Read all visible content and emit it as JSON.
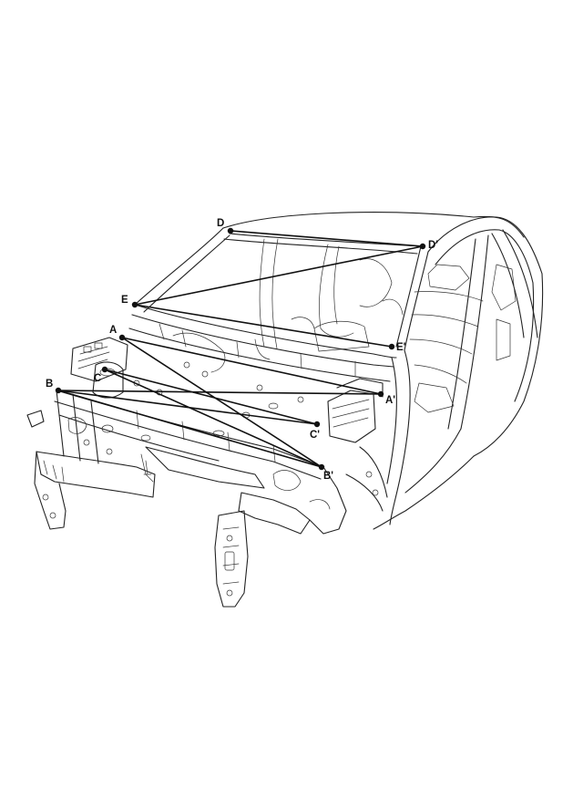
{
  "points": [
    {
      "id": "A",
      "label": "A"
    },
    {
      "id": "A2",
      "label": "A'"
    },
    {
      "id": "B",
      "label": "B"
    },
    {
      "id": "B2",
      "label": "B'"
    },
    {
      "id": "C",
      "label": "C"
    },
    {
      "id": "C2",
      "label": "C'"
    },
    {
      "id": "D",
      "label": "D"
    },
    {
      "id": "D2",
      "label": "D'"
    },
    {
      "id": "E",
      "label": "E"
    },
    {
      "id": "E2",
      "label": "E'"
    }
  ],
  "measurements": [
    {
      "from": "A",
      "to": "A2"
    },
    {
      "from": "A",
      "to": "B2"
    },
    {
      "from": "B",
      "to": "A2"
    },
    {
      "from": "B",
      "to": "B2"
    },
    {
      "from": "B",
      "to": "C2"
    },
    {
      "from": "C",
      "to": "C2"
    },
    {
      "from": "C",
      "to": "B2"
    },
    {
      "from": "D",
      "to": "D2"
    },
    {
      "from": "E",
      "to": "D2"
    },
    {
      "from": "E",
      "to": "E2"
    }
  ]
}
